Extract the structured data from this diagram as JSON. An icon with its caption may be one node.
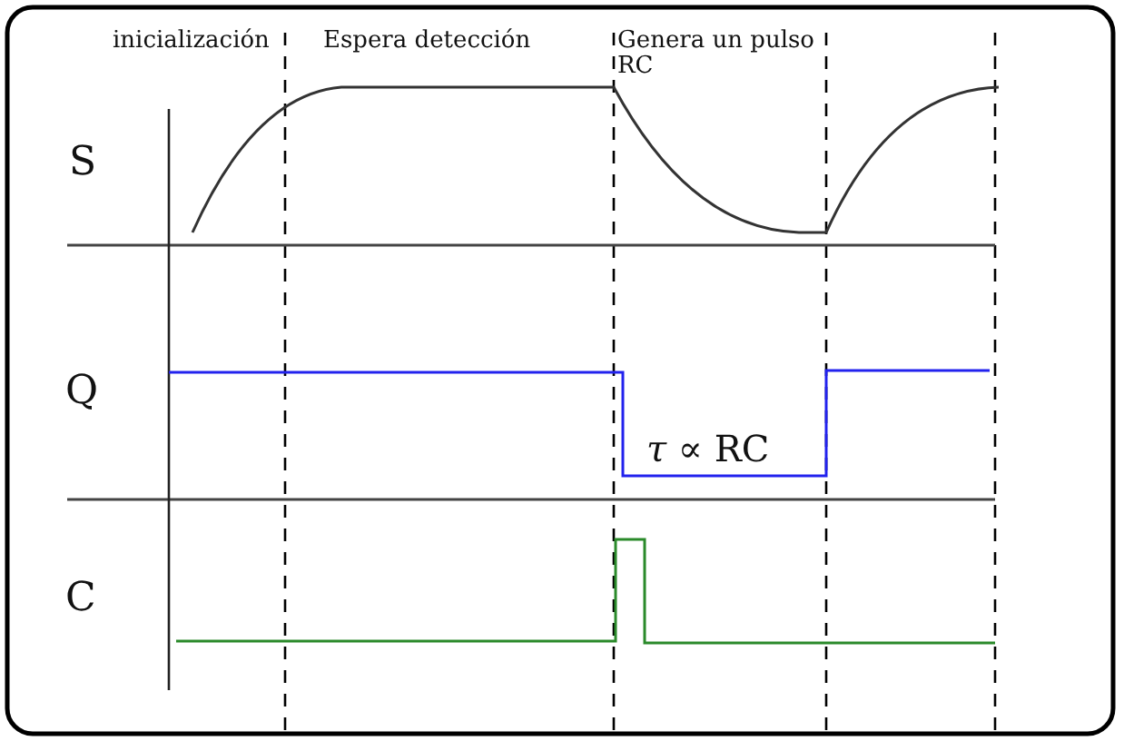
{
  "diagram": {
    "labels": [
      "inicialización",
      "Espera detección",
      "Genera un pulso RC",
      "S",
      "Q",
      "C",
      "*τ* ∝ RC"
    ]
  }
}
